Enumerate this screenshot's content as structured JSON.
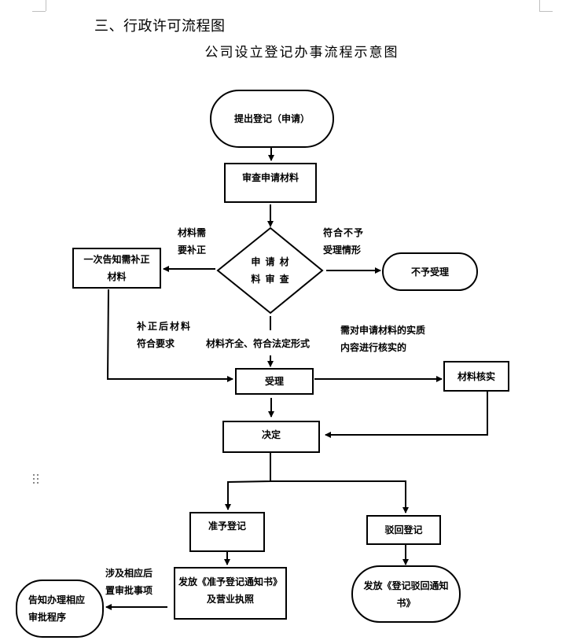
{
  "document": {
    "section_heading": "三、行政许可流程图",
    "chart_title": "公司设立登记办事流程示意图"
  },
  "nodes": {
    "start": "提出登记（申请）",
    "review": "审查申请材料",
    "decision_line1": "申 请 材",
    "decision_line2": "料 审 查",
    "notify_supplement_line1": "一次告知需补正",
    "notify_supplement_line2": "材料",
    "reject_accept": "不予受理",
    "accept": "受理",
    "verify": "材料核实",
    "decide": "决定",
    "approve": "准予登记",
    "deny": "驳回登记",
    "issue_approval_line1": "发放《准予登记通知书》",
    "issue_approval_line2": "及营业执照",
    "issue_denial_line1": "发放《登记驳回通知",
    "issue_denial_line2": "书》",
    "inform_procedure_line1": "告知办理相应",
    "inform_procedure_line2": "审批程序"
  },
  "edge_labels": {
    "need_supplement_line1": "材料需",
    "need_supplement_line2": "要补正",
    "not_accept_line1": "符合不予",
    "not_accept_line2": "受理情形",
    "supplement_ok_line1": "补正后材料",
    "supplement_ok_line2": "符合要求",
    "complete": "材料齐全、符合法定形式",
    "need_verify_line1": "需对申请材料的实质",
    "need_verify_line2": "内容进行核实的",
    "post_approval_line1": "涉及相应后",
    "post_approval_line2": "置审批事项"
  },
  "colors": {
    "line": "#000000",
    "background": "#ffffff",
    "margin_marker": "#bfbfbf"
  }
}
